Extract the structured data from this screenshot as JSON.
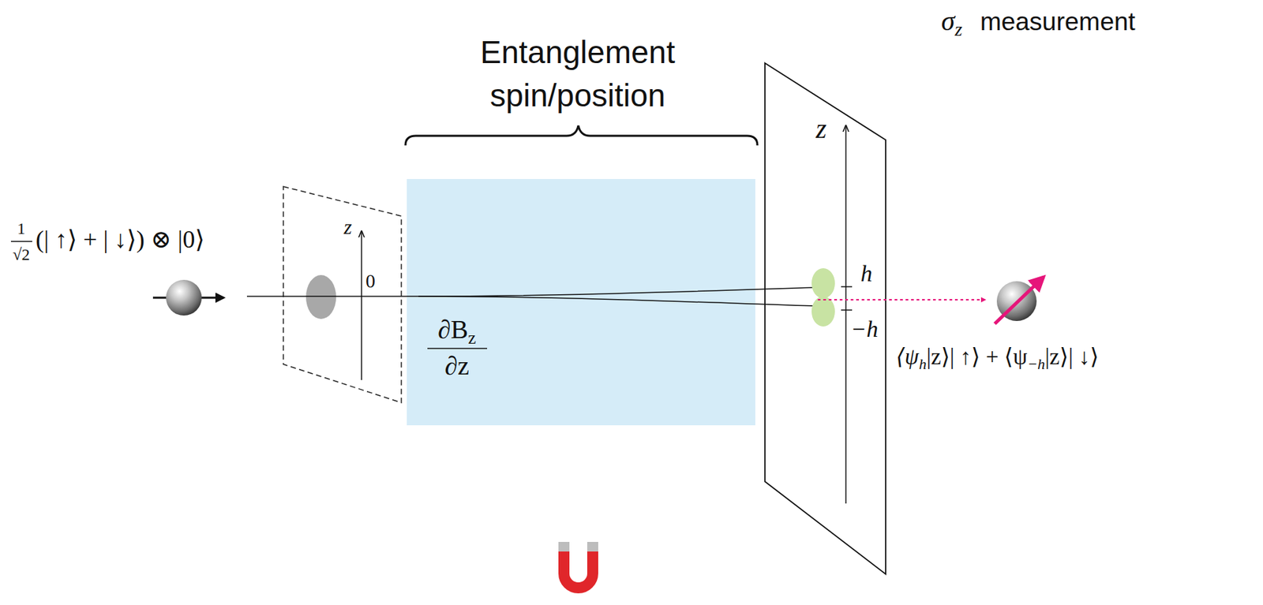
{
  "diagram": {
    "labels": [
      "σ",
      "z",
      "measurement",
      "Entanglement spin/position",
      "1",
      "√2",
      "(| ↑⟩ + | ↓⟩) ⊗ |0⟩",
      "z",
      "0",
      "∂B",
      "z",
      "∂z",
      "z",
      "h",
      "−h",
      "⟨ψ",
      "h",
      "|z⟩| ↑⟩ + ⟨ψ",
      "−h",
      "|z⟩| ↓⟩"
    ]
  }
}
